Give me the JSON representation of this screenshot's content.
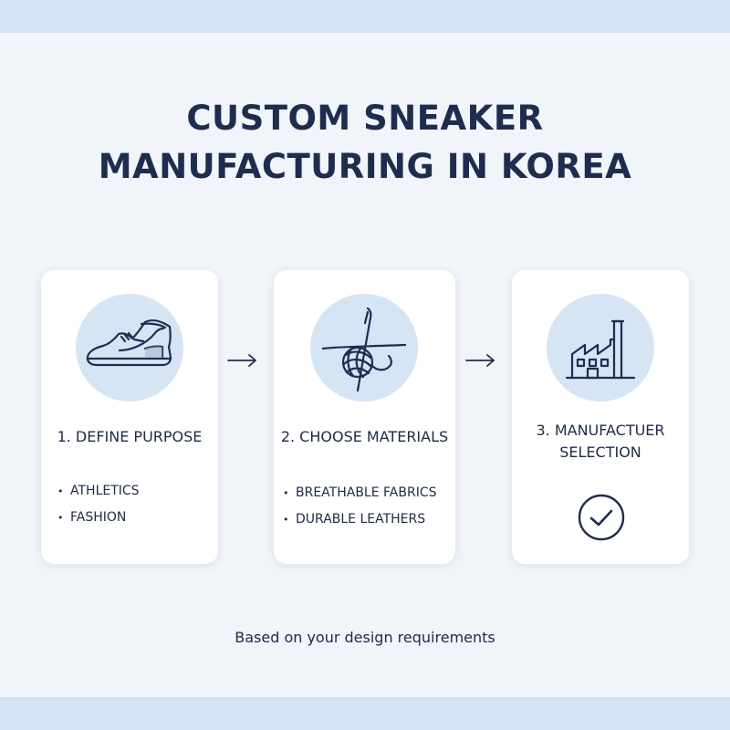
{
  "colors": {
    "background": "#f1f4f9",
    "band": "#d4e3f3",
    "card": "#ffffff",
    "icon_circle": "#d6e5f4",
    "ink": "#1c2b4a"
  },
  "title": {
    "line1": "CUSTOM SNEAKER",
    "line2": "MANUFACTURING IN KOREA"
  },
  "steps": [
    {
      "icon": "sneaker-icon",
      "title": "1. DEFINE PURPOSE",
      "bullets": [
        "ATHLETICS",
        "FASHION"
      ]
    },
    {
      "icon": "yarn-needle-icon",
      "title": "2. CHOOSE MATERIALS",
      "bullets": [
        "BREATHABLE FABRICS",
        "DURABLE LEATHERS"
      ]
    },
    {
      "icon": "factory-icon",
      "title_line1": "3. MANUFACTUER",
      "title_line2": "SELECTION",
      "status_icon": "check-circle-icon"
    }
  ],
  "arrows": [
    "right-arrow-icon",
    "right-arrow-icon"
  ],
  "footer": "Based on your design requirements"
}
